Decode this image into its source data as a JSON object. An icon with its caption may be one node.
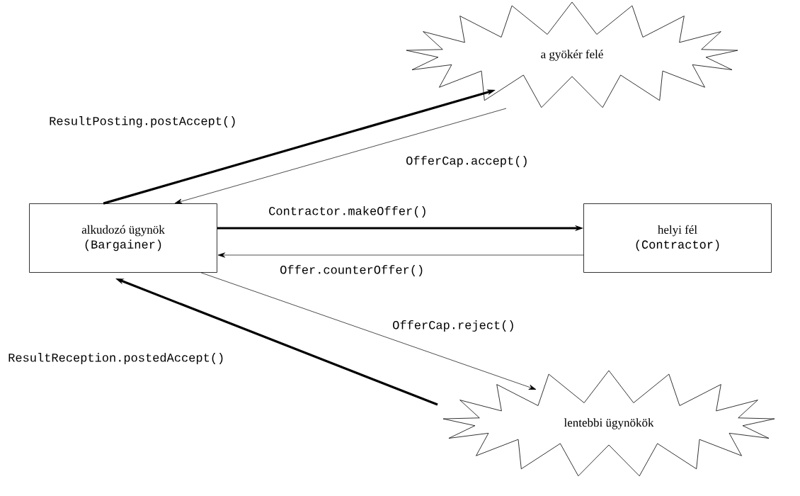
{
  "diagram": {
    "nodes": [
      {
        "text": [
          "alkudozó ügynök",
          "(Bargainer)"
        ]
      },
      {
        "text": [
          "helyi fél",
          "(Contractor)"
        ]
      },
      {
        "text": [
          "a gyökér felé"
        ]
      },
      {
        "text": [
          "lentebbi ügynökök"
        ]
      }
    ],
    "edges": [
      {
        "from": 0,
        "to": 2,
        "arrow": "to",
        "style": "thick",
        "label": "ResultPosting.postAccept()"
      },
      {
        "from": 2,
        "to": 0,
        "arrow": "to",
        "label": "OfferCap.accept()"
      },
      {
        "from": 0,
        "to": 1,
        "arrow": "to",
        "style": "thick",
        "label": "Contractor.makeOffer()"
      },
      {
        "from": 1,
        "to": 0,
        "arrow": "to",
        "label": "Offer.counterOffer()"
      },
      {
        "from": 0,
        "to": 3,
        "arrow": "to",
        "label": "OfferCap.reject()"
      },
      {
        "from": 3,
        "to": 0,
        "arrow": "to",
        "style": "thick",
        "label": "ResultReception.postedAccept()"
      }
    ]
  }
}
